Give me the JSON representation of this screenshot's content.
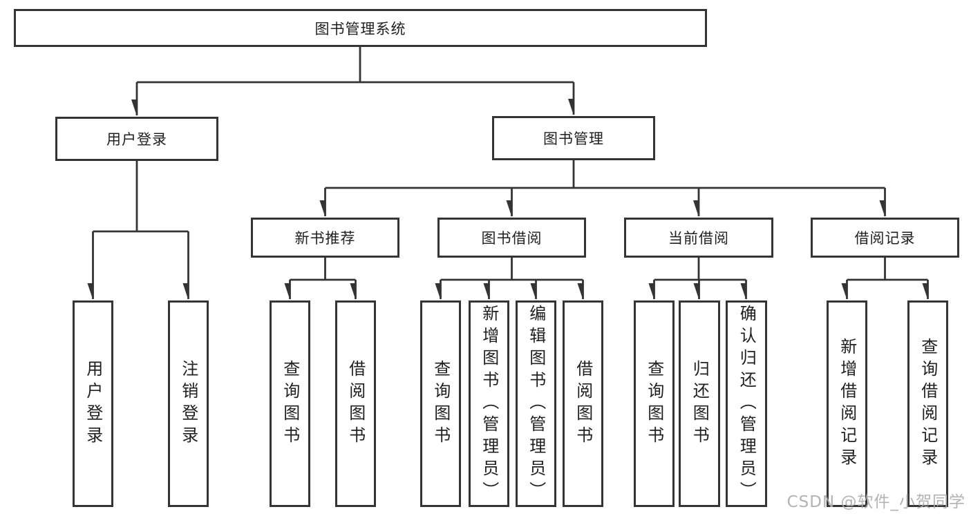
{
  "diagram": {
    "root": "图书管理系统",
    "level2": [
      {
        "label": "用户登录"
      },
      {
        "label": "图书管理"
      }
    ],
    "level3": [
      {
        "label": "新书推荐"
      },
      {
        "label": "图书借阅"
      },
      {
        "label": "当前借阅"
      },
      {
        "label": "借阅记录"
      }
    ],
    "leaves": {
      "user_login": [
        "用户登录",
        "注销登录"
      ],
      "new_book_rec": [
        "查询图书",
        "借阅图书"
      ],
      "book_borrow": [
        "查询图书",
        "新增图书（管理员）",
        "编辑图书（管理员）",
        "借阅图书"
      ],
      "current_borrow": [
        "查询图书",
        "归还图书",
        "确认归还（管理员）"
      ],
      "borrow_records": [
        "新增借阅记录",
        "查询借阅记录"
      ]
    }
  },
  "watermark": "CSDN @软件_小贺同学",
  "colors": {
    "line": "#343434",
    "box_border": "#343434",
    "text": "#1f1f1f",
    "watermark": "#acacac",
    "background": "#ffffff"
  }
}
